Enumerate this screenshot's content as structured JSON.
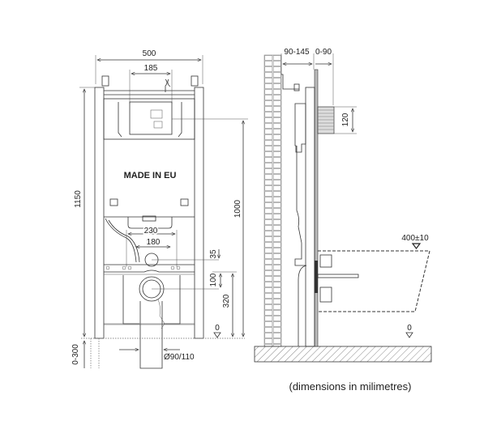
{
  "front_view": {
    "dim_total_width": "500",
    "dim_flush_spacing": "185",
    "label_made_in": "MADE IN EU",
    "dim_fixing_230": "230",
    "dim_fixing_180": "180",
    "dim_35": "35",
    "dim_100": "100",
    "dim_320": "320",
    "dim_1000": "1000",
    "dim_1150": "1150",
    "dim_0_300": "0-300",
    "floor_level": "0",
    "dim_pipe": "Ø90/110"
  },
  "side_view": {
    "dim_wall_gap": "90-145",
    "dim_panel": "0-90",
    "dim_plate_height": "120",
    "dim_seat_height": "400±10",
    "floor_level": "0"
  },
  "caption": "(dimensions in milimetres)"
}
